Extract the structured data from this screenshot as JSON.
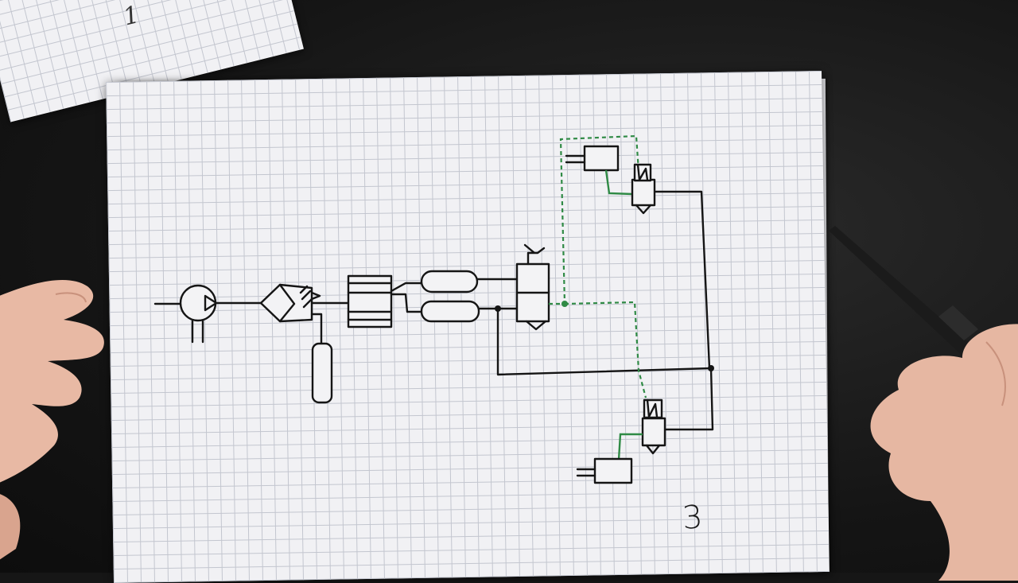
{
  "sheets": {
    "background_sheet_number": "1",
    "foreground_sheet_number": "3"
  },
  "diagram": {
    "style": "hand-drawn pneumatic schematic on grid paper",
    "ink_color": "#151515",
    "pilot_line_color": "#2f8a45",
    "components": [
      "compressor-icon",
      "filter-icon",
      "condensate-drain-icon",
      "regulator-unit-icon",
      "reservoir-icon",
      "directional-valve-icon",
      "cylinder-icon",
      "pilot-valve-icon"
    ]
  }
}
